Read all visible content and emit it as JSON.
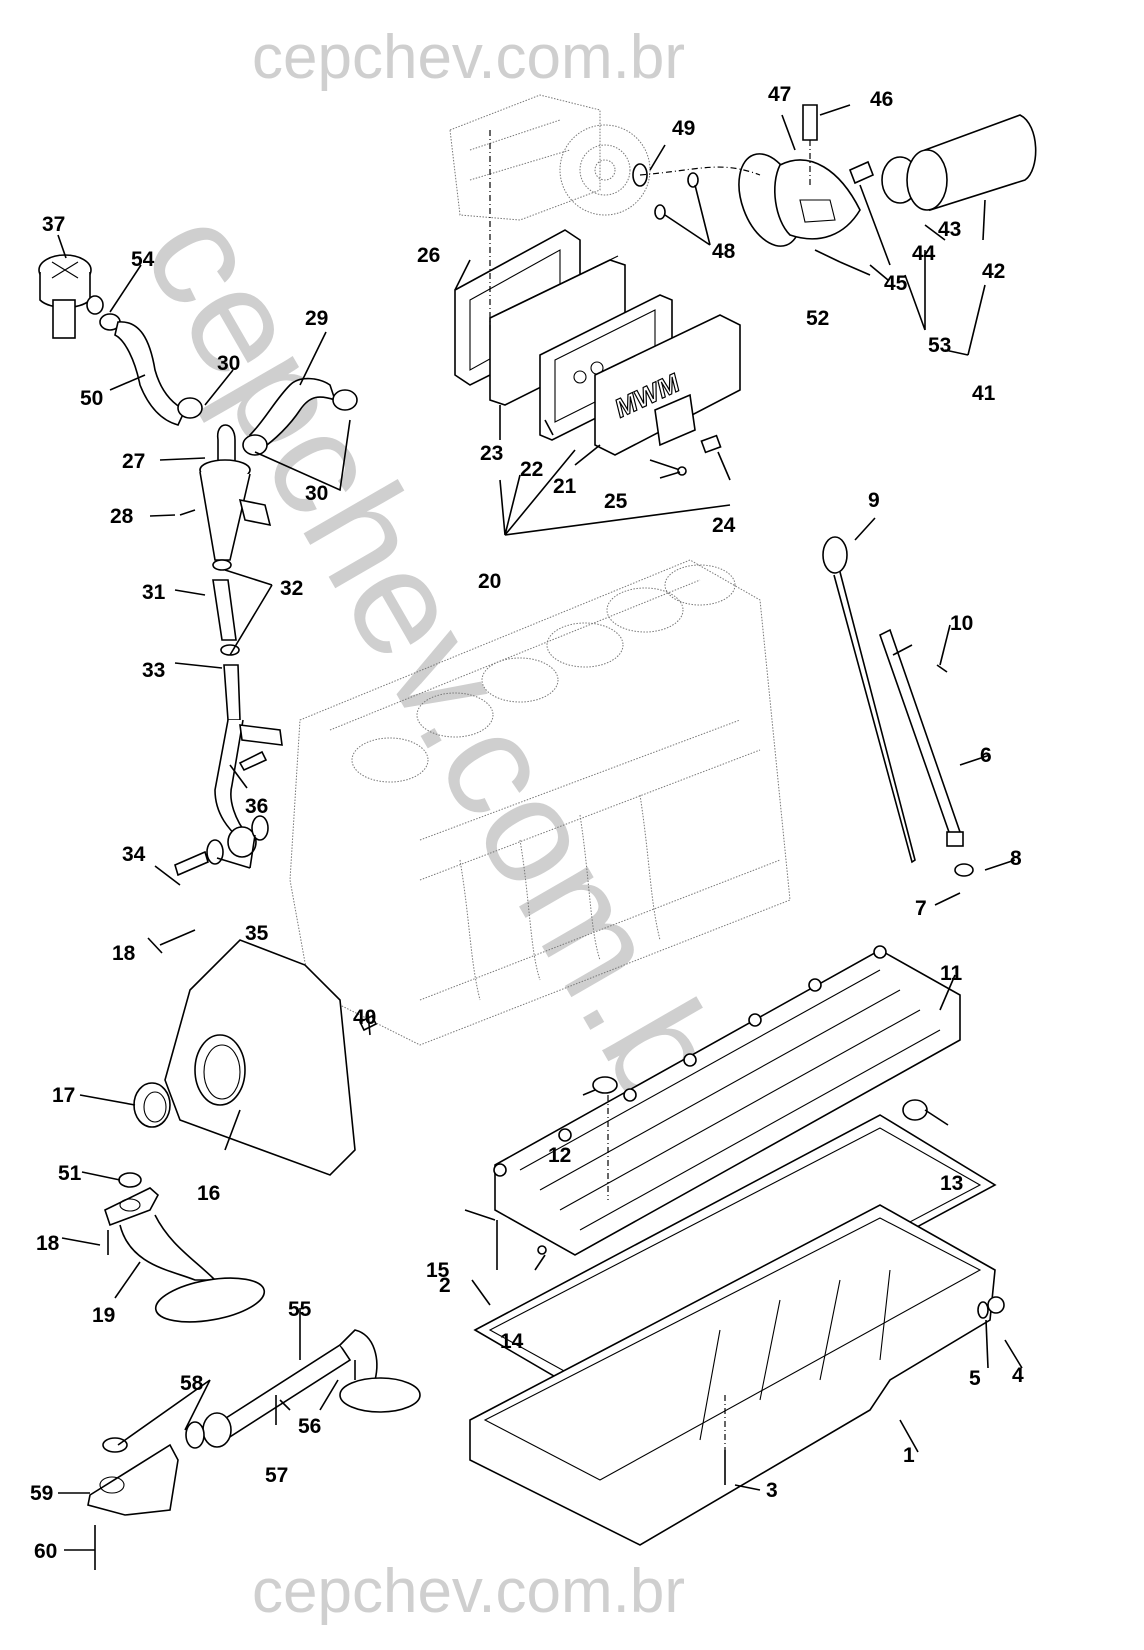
{
  "diagram": {
    "type": "exploded-parts-diagram",
    "subject": "Engine block, oil pan, oil filter housing and crankcase ventilation assembly",
    "watermark": {
      "top": "cepchev.com.br",
      "bottom": "cepchev.com.br",
      "diagonal": "cepchev.com.br",
      "color": "#cfcfcf"
    },
    "brand_logo": "MWM",
    "callouts": [
      {
        "id": "1",
        "label": "1"
      },
      {
        "id": "2",
        "label": "2"
      },
      {
        "id": "3",
        "label": "3"
      },
      {
        "id": "4",
        "label": "4"
      },
      {
        "id": "5",
        "label": "5"
      },
      {
        "id": "6",
        "label": "6"
      },
      {
        "id": "7",
        "label": "7"
      },
      {
        "id": "8",
        "label": "8"
      },
      {
        "id": "9",
        "label": "9"
      },
      {
        "id": "10",
        "label": "10"
      },
      {
        "id": "11",
        "label": "11"
      },
      {
        "id": "12",
        "label": "12"
      },
      {
        "id": "13",
        "label": "13"
      },
      {
        "id": "14",
        "label": "14"
      },
      {
        "id": "15",
        "label": "15"
      },
      {
        "id": "16",
        "label": "16"
      },
      {
        "id": "17",
        "label": "17"
      },
      {
        "id": "18a",
        "label": "18"
      },
      {
        "id": "18b",
        "label": "18"
      },
      {
        "id": "19",
        "label": "19"
      },
      {
        "id": "20",
        "label": "20"
      },
      {
        "id": "21",
        "label": "21"
      },
      {
        "id": "22",
        "label": "22"
      },
      {
        "id": "23",
        "label": "23"
      },
      {
        "id": "24",
        "label": "24"
      },
      {
        "id": "25",
        "label": "25"
      },
      {
        "id": "26",
        "label": "26"
      },
      {
        "id": "27",
        "label": "27"
      },
      {
        "id": "28",
        "label": "28"
      },
      {
        "id": "29",
        "label": "29"
      },
      {
        "id": "30a",
        "label": "30"
      },
      {
        "id": "30b",
        "label": "30"
      },
      {
        "id": "31",
        "label": "31"
      },
      {
        "id": "32",
        "label": "32"
      },
      {
        "id": "33",
        "label": "33"
      },
      {
        "id": "34",
        "label": "34"
      },
      {
        "id": "35",
        "label": "35"
      },
      {
        "id": "36",
        "label": "36"
      },
      {
        "id": "37",
        "label": "37"
      },
      {
        "id": "40",
        "label": "40"
      },
      {
        "id": "41",
        "label": "41"
      },
      {
        "id": "42",
        "label": "42"
      },
      {
        "id": "43",
        "label": "43"
      },
      {
        "id": "44",
        "label": "44"
      },
      {
        "id": "45",
        "label": "45"
      },
      {
        "id": "46",
        "label": "46"
      },
      {
        "id": "47",
        "label": "47"
      },
      {
        "id": "48",
        "label": "48"
      },
      {
        "id": "49",
        "label": "49"
      },
      {
        "id": "50",
        "label": "50"
      },
      {
        "id": "51",
        "label": "51"
      },
      {
        "id": "52",
        "label": "52"
      },
      {
        "id": "53",
        "label": "53"
      },
      {
        "id": "54",
        "label": "54"
      },
      {
        "id": "55",
        "label": "55"
      },
      {
        "id": "56",
        "label": "56"
      },
      {
        "id": "57",
        "label": "57"
      },
      {
        "id": "58",
        "label": "58"
      },
      {
        "id": "59",
        "label": "59"
      },
      {
        "id": "60",
        "label": "60"
      }
    ]
  }
}
